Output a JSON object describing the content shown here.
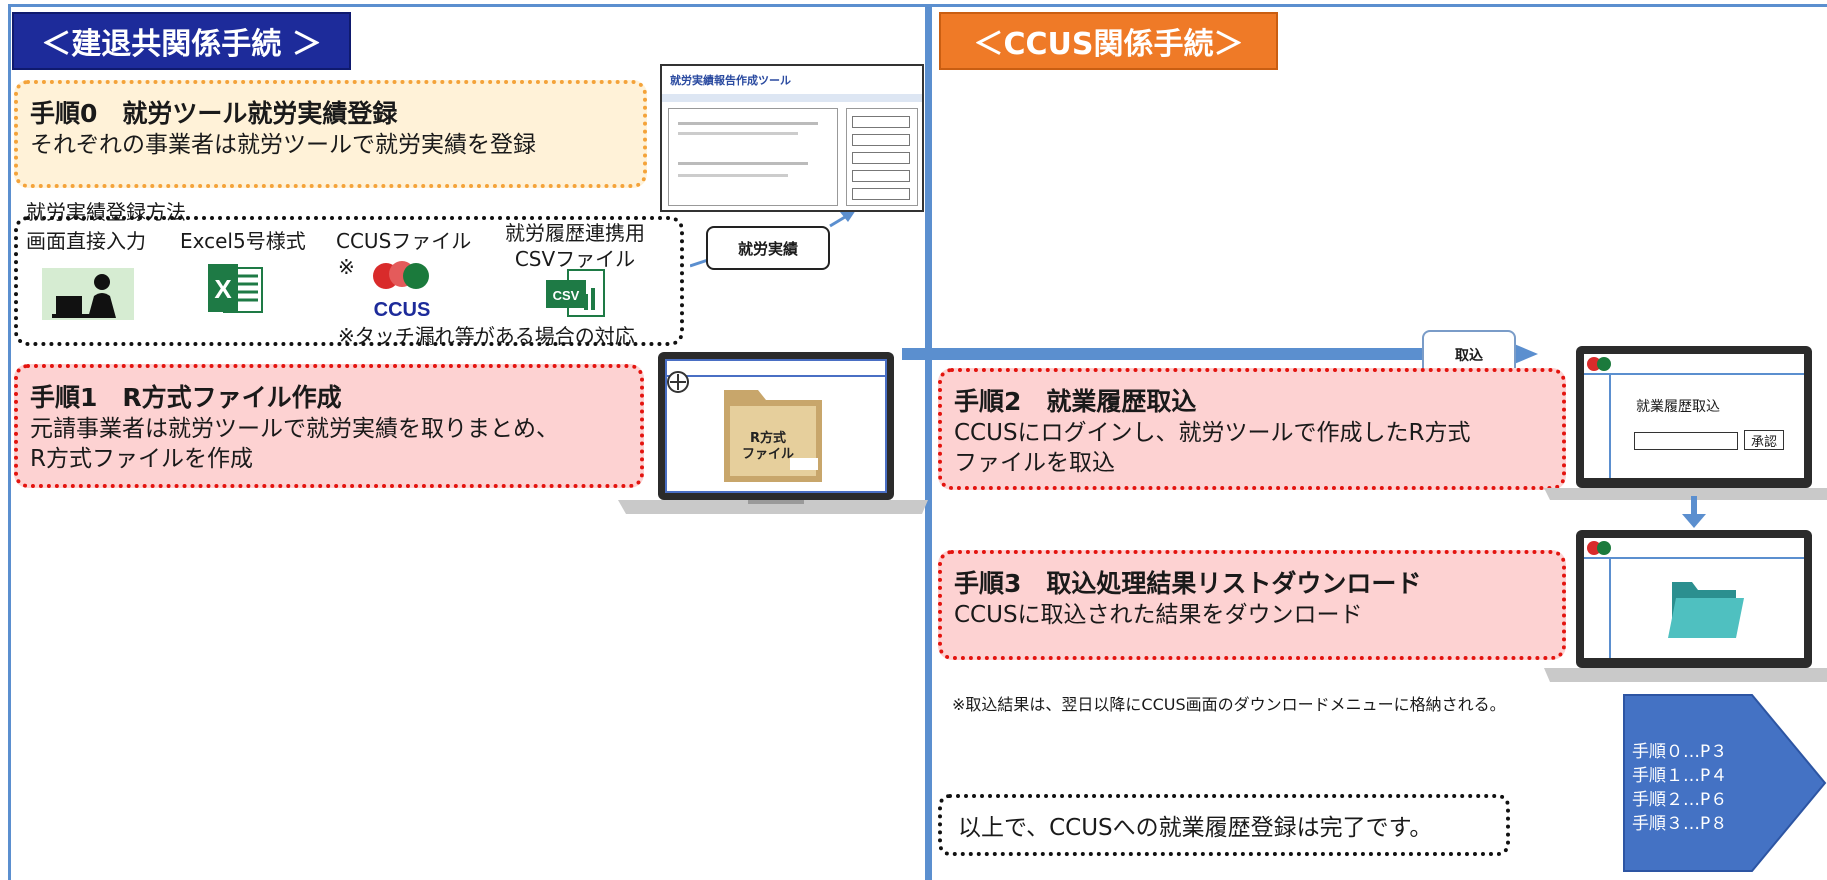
{
  "left_header": "＜建退共関係手続 ＞",
  "right_header": "＜CCUS関係手続＞",
  "step0": {
    "title": "手順0　就労ツール就労実績登録",
    "body": "それぞれの事業者は就労ツールで就労実績を登録"
  },
  "methods": {
    "caption": "就労実績登録方法",
    "items": [
      {
        "label": "画面直接入力"
      },
      {
        "label": "Excel5号様式"
      },
      {
        "label": "CCUSファイル"
      },
      {
        "label": "就労履歴連携用",
        "label2": "CSVファイル"
      }
    ],
    "asterisk": "※",
    "note": "※タッチ漏れ等がある場合の対応",
    "ccus_logo_text": "CCUS",
    "csv_icon_text": "CSV"
  },
  "callout_work_results": "就労実績",
  "thumb_title": "就労実績報告作成ツール",
  "step1": {
    "title": "手順1　R方式ファイル作成",
    "body_line1": "元請事業者は就労ツールで就労実績を取りまとめ、",
    "body_line2": "R方式ファイルを作成"
  },
  "folder_label_line1": "R方式",
  "folder_label_line2": "ファイル",
  "import_callout": "取込",
  "step2": {
    "title": "手順2　就業履歴取込",
    "body_line1": "CCUSにログインし、就労ツールで作成したR方式",
    "body_line2": "ファイルを取込"
  },
  "laptop_screen": {
    "title": "就業履歴取込",
    "button": "承認"
  },
  "step3": {
    "title": "手順3　取込処理結果リストダウンロード",
    "body": "CCUSに取込された結果をダウンロード"
  },
  "note": "※取込結果は、翌日以降にCCUS画面のダウンロードメニューに格納される。",
  "done": "以上で、CCUSへの就業履歴登録は完了です。",
  "index": [
    "手順０…P３",
    "手順１…P４",
    "手順２…P６",
    "手順３…P８"
  ],
  "colors": {
    "accent_blue": "#5b8fcf",
    "navy": "#1d2b9a",
    "orange": "#ef7a27",
    "pink": "#fdd2d2",
    "cream": "#fff2d8"
  }
}
